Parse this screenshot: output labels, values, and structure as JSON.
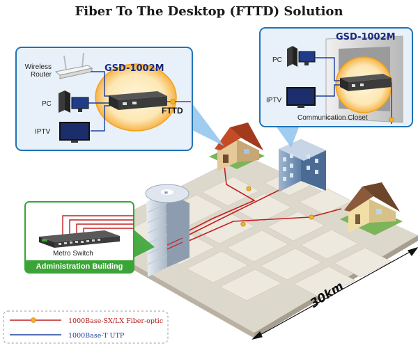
{
  "title": "Fiber To The Desktop (FTTD) Solution",
  "left_callout": {
    "model": "GSD-1002M",
    "wireless_router_label": "Wireless\nRouter",
    "pc_label": "PC",
    "iptv_label": "IPTV",
    "fttd_label": "FTTD"
  },
  "right_callout": {
    "model": "GSD-1002M",
    "pc_label": "PC",
    "iptv_label": "IPTV",
    "closet_label": "Communication Closet"
  },
  "admin_callout": {
    "switch_label": "Metro Switch",
    "building_label": "Administration Building"
  },
  "distance_label": "30km",
  "legend": {
    "fiber_label": "1000Base-SX/LX Fiber-optic",
    "utp_label": "1000Base-T UTP"
  },
  "colors": {
    "fiber": "#c41e1e",
    "utp": "#1b3fa0",
    "callout_border": "#1f73b7",
    "callout_fill": "#e8f1f9",
    "converter_ring": "#f3a21b",
    "ground": "#dcd6c9",
    "admin_green": "#3aa536"
  }
}
